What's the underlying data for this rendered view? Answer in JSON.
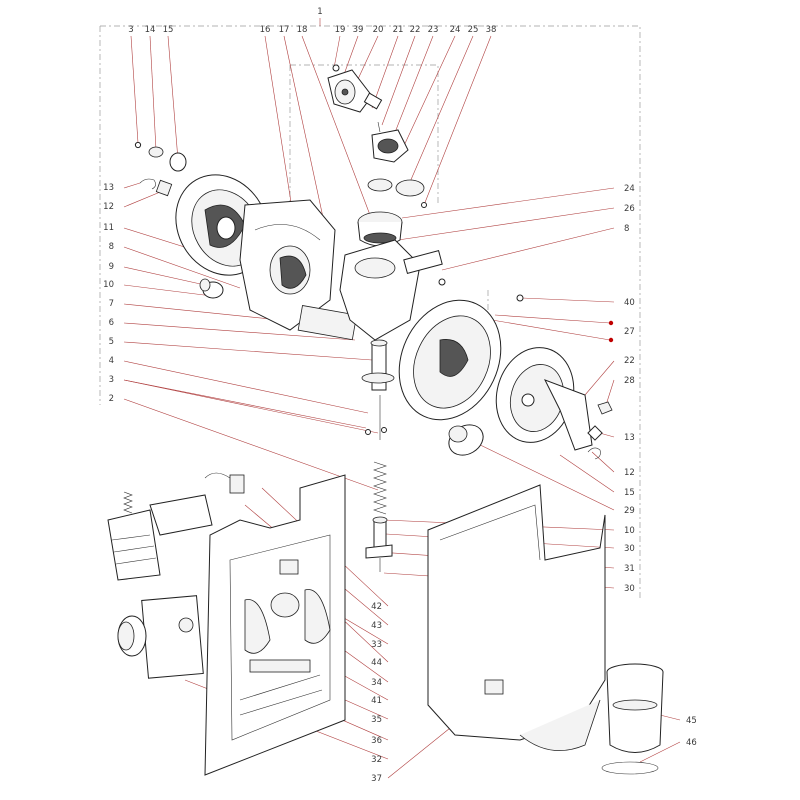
{
  "callouts": {
    "top_assembly": "1",
    "top_row": [
      "3",
      "14",
      "15",
      "16",
      "17",
      "18",
      "19",
      "39",
      "20",
      "21",
      "22",
      "23",
      "24",
      "25",
      "38"
    ],
    "left_column": [
      "13",
      "12",
      "11",
      "8",
      "9",
      "10",
      "7",
      "6",
      "5",
      "4",
      "3",
      "2"
    ],
    "right_column": [
      "24",
      "26",
      "8",
      "40",
      "27",
      "22",
      "28",
      "13",
      "12",
      "15",
      "29",
      "10",
      "30",
      "31",
      "30"
    ],
    "bottom_center": [
      "42",
      "43",
      "33",
      "44",
      "34",
      "41",
      "35",
      "36",
      "32",
      "37"
    ],
    "bottom_right": [
      "45",
      "46"
    ]
  },
  "colors": {
    "leader": "#b04040",
    "text": "#3a3a3a",
    "ink": "#222222",
    "marker": "#c00000"
  },
  "icons": {
    "gear": "gear-icon",
    "spring": "spring-icon",
    "screw": "screw-icon"
  }
}
